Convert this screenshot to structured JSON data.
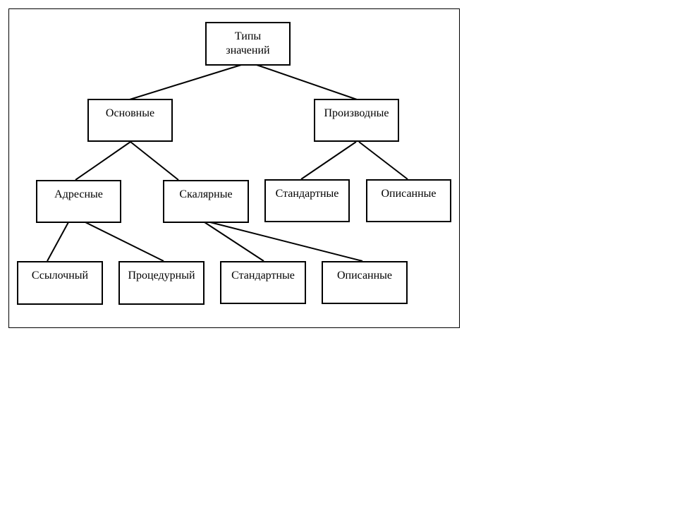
{
  "diagram": {
    "root": {
      "line1": "Типы",
      "line2": "значений"
    },
    "basic": "Основные",
    "derived": "Производные",
    "address": "Адресные",
    "scalar": "Скалярные",
    "derived_standard": "Стандартные",
    "derived_described": "Описанные",
    "reference": "Ссылочный",
    "procedural": "Процедурный",
    "scalar_standard": "Стандартные",
    "scalar_described": "Описанные"
  }
}
